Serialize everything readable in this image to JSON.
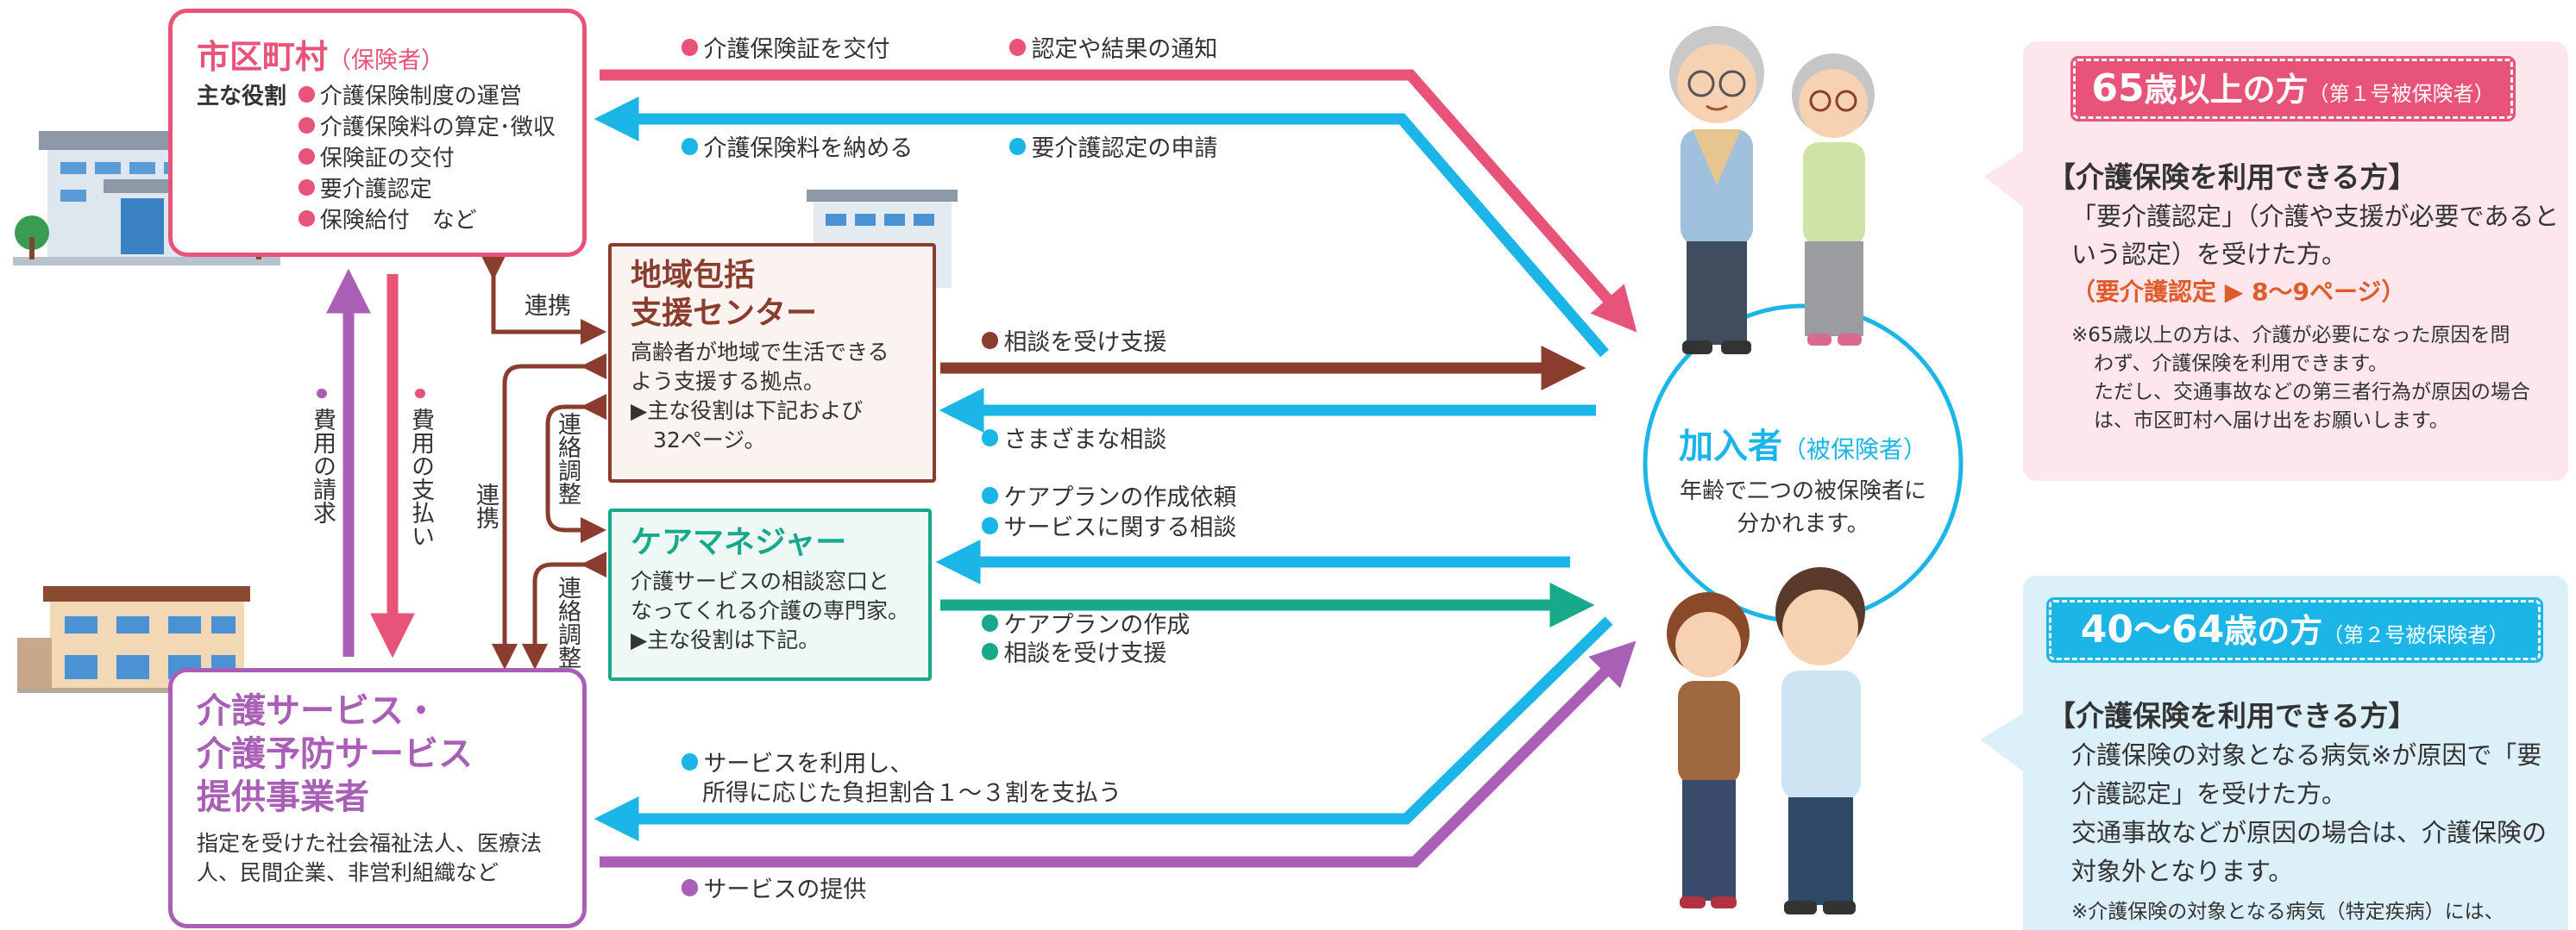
{
  "colors": {
    "pink": "#e8537a",
    "blue": "#1bb5e8",
    "purple": "#a85fb5",
    "brown": "#8a3d2e",
    "green": "#17a98a",
    "pink_panel": "#fde7ec",
    "blue_panel": "#dcf0fa"
  },
  "municipality": {
    "title": "市区町村",
    "subtitle": "（保険者）",
    "roles_heading": "主な役割",
    "roles": [
      "介護保険制度の運営",
      "介護保険料の算定･徴収",
      "保険証の交付",
      "要介護認定",
      "保険給付　など"
    ]
  },
  "hub": {
    "title_1": "地域包括",
    "title_2": "支援センター",
    "desc_1": "高齢者が地域で生活できる",
    "desc_2": "よう支援する拠点。",
    "desc_3": "▶主な役割は下記および",
    "desc_4": "32ページ。"
  },
  "caremanager": {
    "title": "ケアマネジャー",
    "desc_1": "介護サービスの相談窓口と",
    "desc_2": "なってくれる介護の専門家。",
    "desc_3": "▶主な役割は下記。"
  },
  "provider": {
    "title_1": "介護サービス・",
    "title_2": "介護予防サービス",
    "title_3": "提供事業者",
    "desc_1": "指定を受けた社会福祉法人、医療法",
    "desc_2": "人、民間企業、非営利組織など"
  },
  "member": {
    "title": "加入者",
    "subtitle": "（被保険者）",
    "desc_1": "年齢で二つの被保険者に",
    "desc_2": "分かれます。"
  },
  "flows": {
    "issue_card": "介護保険証を交付",
    "notice": "認定や結果の通知",
    "pay_premium": "介護保険料を納める",
    "apply": "要介護認定の申請",
    "consult_support": "相談を受け支援",
    "various_consult": "さまざまな相談",
    "plan_request": "ケアプランの作成依頼",
    "service_consult": "サービスに関する相談",
    "plan_create": "ケアプランの作成",
    "consult_support_2": "相談を受け支援",
    "use_service_1": "サービスを利用し、",
    "use_service_2": "所得に応じた負担割合１～３割を支払う",
    "provide_service": "サービスの提供",
    "cost_claim": "費用の請求",
    "cost_payment": "費用の支払い",
    "collab_1": "連携",
    "collab_2": "連携",
    "liaison_1": "連絡調整",
    "liaison_2": "連絡調整"
  },
  "panel_65": {
    "title_num": "65",
    "title_text": "歳以上の方",
    "title_sub": "（第１号被保険者）",
    "heading": "【介護保険を利用できる方】",
    "body_1": "「要介護認定」（介護や支援が必要であると",
    "body_2": "いう認定）を受けた方。",
    "ref": "（要介護認定 ▶ 8～9ページ）",
    "note_1": "※65歳以上の方は、介護が必要になった原因を問",
    "note_2": "わず、介護保険を利用できます。",
    "note_3": "ただし、交通事故などの第三者行為が原因の場合",
    "note_4": "は、市区町村へ届け出をお願いします。"
  },
  "panel_40": {
    "title_num": "40～64",
    "title_text": "歳の方",
    "title_sub": "（第２号被保険者）",
    "heading": "【介護保険を利用できる方】",
    "body_1": "介護保険の対象となる病気※が原因で「要",
    "body_2": "介護認定」を受けた方。",
    "body_3": "交通事故などが原因の場合は、介護保険の",
    "body_4": "対象外となります。",
    "note_1": "※介護保険の対象となる病気（特定疾病）には、"
  }
}
